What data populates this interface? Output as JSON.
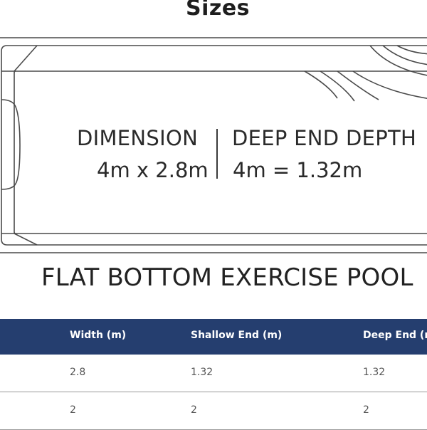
{
  "page": {
    "title": "Sizes"
  },
  "diagram": {
    "dimension_heading": "DIMENSION",
    "dimension_value": "4m x 2.8m",
    "depth_heading": "DEEP END DEPTH",
    "depth_value": "4m = 1.32m"
  },
  "model": {
    "name": "FLAT BOTTOM EXERCISE POOL"
  },
  "table": {
    "headers": [
      "Width (m)",
      "Shallow End (m)",
      "Deep End (m)"
    ],
    "rows": [
      [
        "2.8",
        "1.32",
        "1.32"
      ],
      [
        "2",
        "2",
        "2"
      ]
    ]
  },
  "colors": {
    "header_bg": "#253e6f",
    "line": "#4a4a4a"
  }
}
